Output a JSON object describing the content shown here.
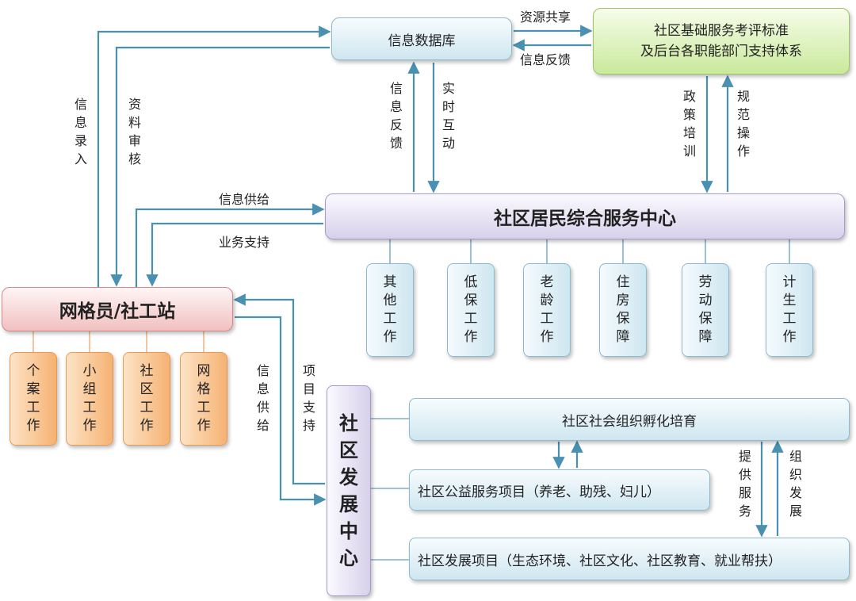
{
  "nodes": {
    "database": "信息数据库",
    "standards": [
      "社区基础服务考评标准",
      "及后台各职能部门支持体系"
    ],
    "service_center": "社区居民综合服务中心",
    "grid_station": "网格员/社工站",
    "dev_center": [
      "社",
      "区",
      "发",
      "展",
      "中",
      "心"
    ],
    "incubation": "社区社会组织孵化培育",
    "welfare_projects": "社区公益服务项目（养老、助残、妇儿）",
    "dev_projects": "社区发展项目（生态环境、社区文化、社区教育、就业帮扶）"
  },
  "service_items": [
    [
      "其",
      "他",
      "工",
      "作"
    ],
    [
      "低",
      "保",
      "工",
      "作"
    ],
    [
      "老",
      "龄",
      "工",
      "作"
    ],
    [
      "住",
      "房",
      "保",
      "障"
    ],
    [
      "劳",
      "动",
      "保",
      "障"
    ],
    [
      "计",
      "生",
      "工",
      "作"
    ]
  ],
  "grid_items": [
    [
      "个",
      "案",
      "工",
      "作"
    ],
    [
      "小",
      "组",
      "工",
      "作"
    ],
    [
      "社",
      "区",
      "工",
      "作"
    ],
    [
      "网",
      "格",
      "工",
      "作"
    ]
  ],
  "edge_labels": {
    "resource_sharing": "资源共享",
    "info_feedback_top": "信息反馈",
    "info_entry": [
      "信",
      "息",
      "录",
      "入"
    ],
    "data_review": [
      "资",
      "料",
      "审",
      "核"
    ],
    "info_feedback_v": [
      "信",
      "息",
      "反",
      "馈"
    ],
    "realtime": [
      "实",
      "时",
      "互",
      "动"
    ],
    "policy_training": [
      "政",
      "策",
      "培",
      "训"
    ],
    "standard_ops": [
      "规",
      "范",
      "操",
      "作"
    ],
    "info_supply": "信息供给",
    "business_support": "业务支持",
    "info_supply_v": [
      "信",
      "息",
      "供",
      "给"
    ],
    "project_support": [
      "项",
      "目",
      "支",
      "持"
    ],
    "provide_service": [
      "提",
      "供",
      "服",
      "务"
    ],
    "org_dev": [
      "组",
      "织",
      "发",
      "展"
    ]
  },
  "colors": {
    "arrow": "#4a90b0",
    "connector_blue": "#7fb2c8",
    "connector_orange": "#f0b888"
  }
}
